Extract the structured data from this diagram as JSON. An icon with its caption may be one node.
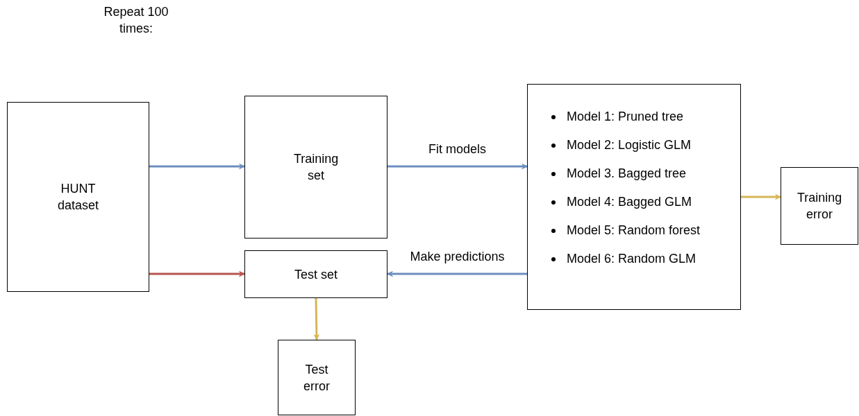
{
  "diagram": {
    "nodes": [
      {
        "text": [
          "HUNT dataset"
        ]
      },
      {
        "text": [
          "Training set"
        ]
      },
      {
        "text": [
          "Test set"
        ]
      },
      {
        "text": [
          "Model 1: Pruned tree",
          "Model 2: Logistic GLM",
          "Model 3. Bagged tree",
          "Model 4: Bagged GLM",
          "Model 5: Random forest",
          "Model 6: Random GLM"
        ]
      },
      {
        "text": [
          "Training error"
        ]
      },
      {
        "text": [
          "Test error"
        ]
      }
    ],
    "edges": [
      {
        "from": 0,
        "to": 1,
        "arrow": "to"
      },
      {
        "from": 0,
        "to": 2,
        "arrow": "to",
        "color": "#b85450"
      },
      {
        "from": 1,
        "to": 3,
        "arrow": "to",
        "label": "Fit models"
      },
      {
        "from": 3,
        "to": 2,
        "arrow": "to",
        "label": "Make predictions"
      },
      {
        "from": 3,
        "to": 4,
        "arrow": "to",
        "color": "#d6b656"
      },
      {
        "from": 2,
        "to": 5,
        "arrow": "to",
        "color": "#d6b656"
      }
    ],
    "labels": [
      "Repeat 100 times:"
    ]
  }
}
